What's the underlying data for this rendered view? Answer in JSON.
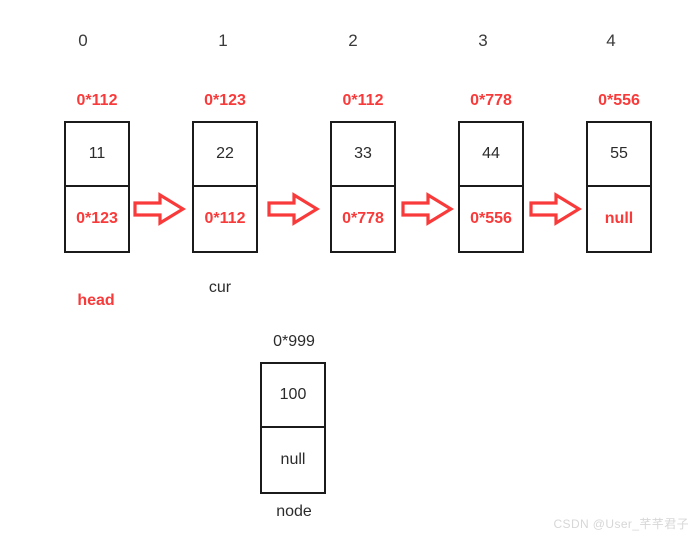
{
  "diagram": {
    "title": "singly-linked-list-insert-node",
    "colors": {
      "address_red": "#f93a3a",
      "text_dark": "#2b2b2b",
      "box_border": "#1b1b1b",
      "arrow_red": "#f93a3a",
      "background": "#ffffff",
      "watermark": "#d7d7d7"
    },
    "indices": [
      "0",
      "1",
      "2",
      "3",
      "4"
    ],
    "list_nodes": [
      {
        "index": "0",
        "address": "0*112",
        "value": "11",
        "next": "0*123"
      },
      {
        "index": "1",
        "address": "0*123",
        "value": "22",
        "next": "0*112"
      },
      {
        "index": "2",
        "address": "0*112",
        "value": "33",
        "next": "0*778"
      },
      {
        "index": "3",
        "address": "0*778",
        "value": "44",
        "next": "0*556"
      },
      {
        "index": "4",
        "address": "0*556",
        "value": "55",
        "next": "null"
      }
    ],
    "arrows": [
      {
        "name": "arrow-0-to-1"
      },
      {
        "name": "arrow-1-to-2"
      },
      {
        "name": "arrow-2-to-3"
      },
      {
        "name": "arrow-3-to-4"
      }
    ],
    "pointers": [
      {
        "name": "head",
        "label": "head",
        "color": "red"
      },
      {
        "name": "cur",
        "label": "cur",
        "color": "dark"
      }
    ],
    "detached_node": {
      "address": "0*999",
      "value": "100",
      "next": "null",
      "label": "node"
    },
    "watermark": "CSDN @User_芊芊君子"
  }
}
